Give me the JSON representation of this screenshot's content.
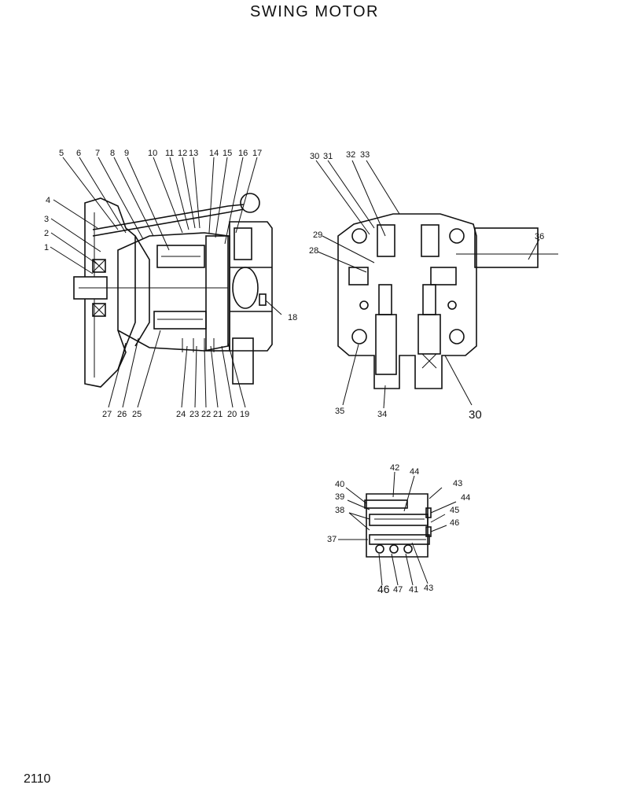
{
  "title": "SWING MOTOR",
  "page_number": "2110",
  "callouts": {
    "main_view": [
      "1",
      "2",
      "3",
      "4",
      "5",
      "6",
      "7",
      "8",
      "9",
      "10",
      "11",
      "12",
      "13",
      "14",
      "15",
      "16",
      "17",
      "18",
      "19",
      "20",
      "21",
      "22",
      "23",
      "24",
      "25",
      "26",
      "27"
    ],
    "valve_view": [
      "28",
      "29",
      "30",
      "31",
      "32",
      "33",
      "34",
      "35",
      "36",
      "30"
    ],
    "relief_valve_view": [
      "37",
      "38",
      "39",
      "40",
      "41",
      "42",
      "43",
      "44",
      "43",
      "44",
      "45",
      "46",
      "47",
      "46"
    ]
  }
}
